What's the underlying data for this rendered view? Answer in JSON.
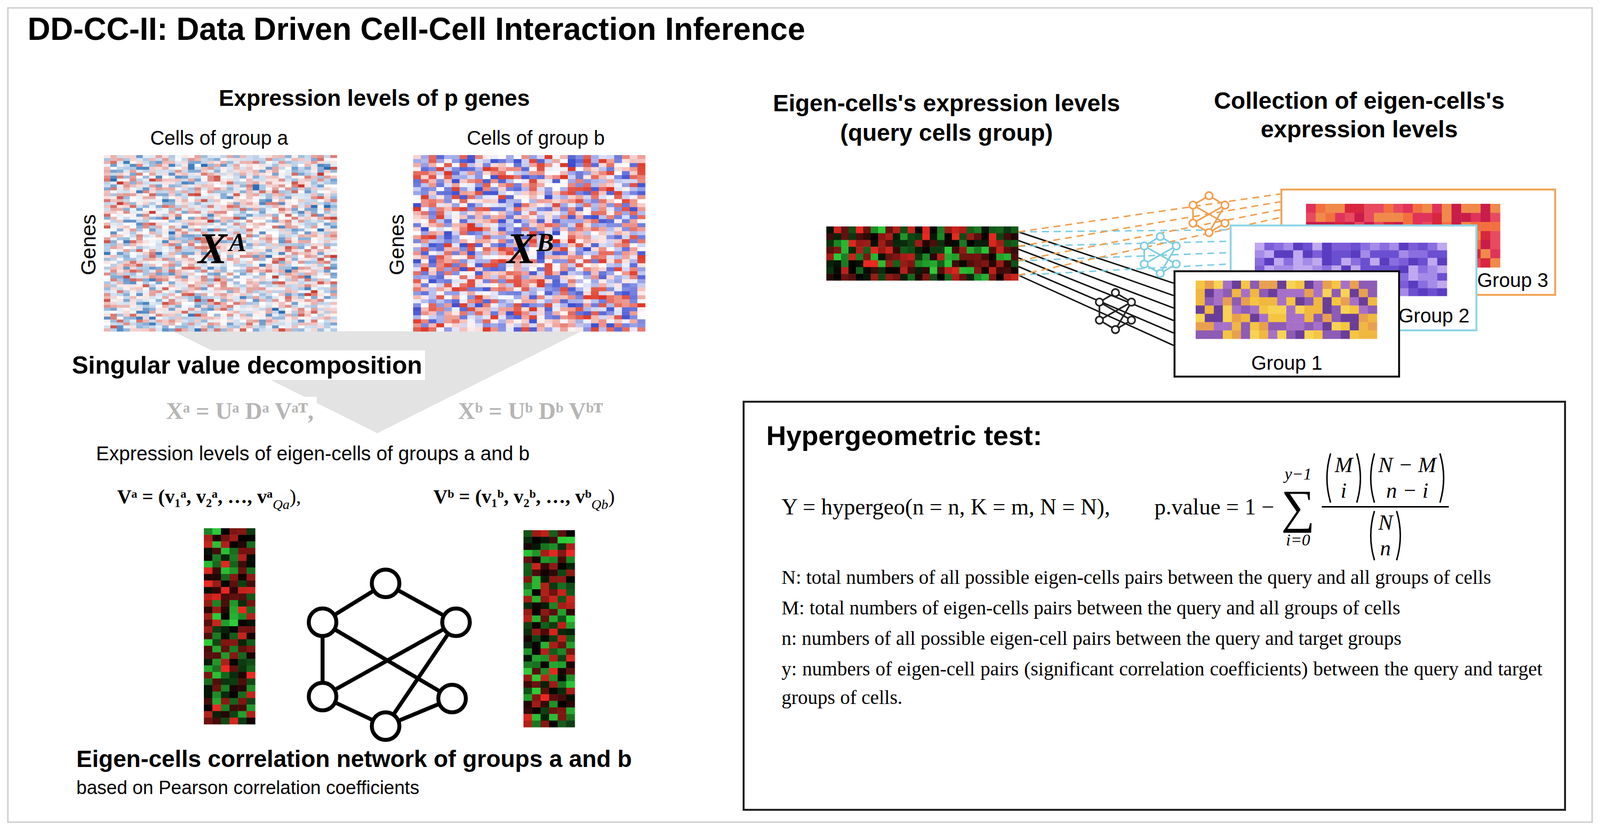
{
  "diagram": {
    "title": "DD-CC-II: Data Driven Cell-Cell Interaction Inference",
    "nodes": [
      {
        "text": [
          "Eigen-cells's expression levels (query cells group)"
        ]
      },
      {
        "text": [
          "Group 1"
        ]
      },
      {
        "text": [
          "Group 2"
        ]
      },
      {
        "text": [
          "Group 3"
        ]
      },
      {
        "text": [
          "Hypergeometric test:",
          "Y = hypergeo(n = n, K = m, N = N),",
          "p.value = 1 −",
          "y−1",
          "∑",
          "i=0",
          "M",
          "i",
          "N − M",
          "n − i",
          "N",
          "n",
          "N: total numbers of all possible eigen-cells pairs between the query and all groups of cells",
          "M: total numbers of eigen-cells pairs between the query and all groups of cells",
          "n: numbers of all possible eigen-cell pairs between the query and target groups",
          "y: numbers of eigen-cell pairs (significant correlation coefficients) between the query and target groups of cells."
        ]
      }
    ],
    "edges": [
      {
        "from": 0,
        "to": 1,
        "arrow": "none"
      },
      {
        "from": 0,
        "to": 2,
        "arrow": "none"
      },
      {
        "from": 0,
        "to": 3,
        "arrow": "none"
      }
    ],
    "labels": [
      "Expression levels of p genes",
      "Cells of group a",
      "Cells of group b",
      "Genes",
      "Genes",
      "Xᴬ",
      "Xᴮ",
      "Singular value decomposition",
      "Xᵃ = Uᵃ Dᵃ Vᵃᵀ,",
      "Xᵇ = Uᵇ Dᵇ Vᵇᵀ",
      "Expression levels of eigen-cells of groups a and b",
      "Vᵃ = (v₁ᵃ, v₂ᵃ, …, vᵃ",
      "Qa",
      "),",
      "Vᵇ = (v₁ᵇ, v₂ᵇ, …, vᵇ",
      "Qb",
      ")",
      "Eigen-cells correlation network of groups a and b",
      "based on Pearson correlation coefficients",
      "Collection of eigen-cells's expression levels"
    ]
  }
}
